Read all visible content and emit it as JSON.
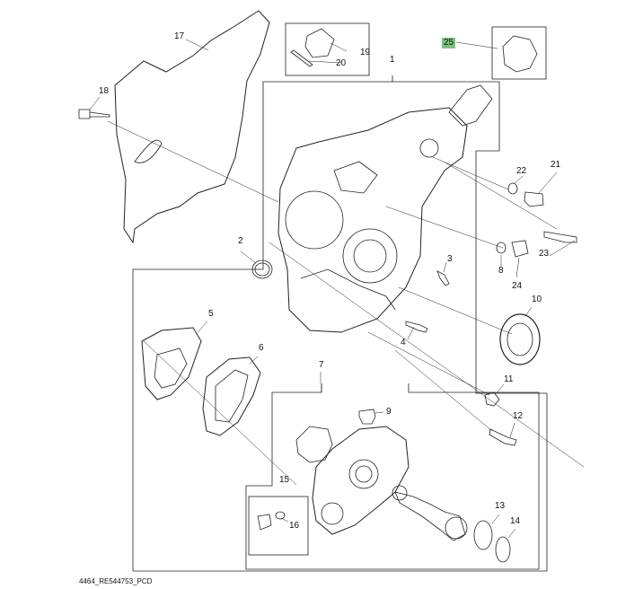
{
  "diagram": {
    "callouts": [
      {
        "id": "1",
        "label": "1"
      },
      {
        "id": "2",
        "label": "2"
      },
      {
        "id": "3",
        "label": "3"
      },
      {
        "id": "4",
        "label": "4"
      },
      {
        "id": "5",
        "label": "5"
      },
      {
        "id": "6",
        "label": "6"
      },
      {
        "id": "7",
        "label": "7"
      },
      {
        "id": "8",
        "label": "8"
      },
      {
        "id": "9",
        "label": "9"
      },
      {
        "id": "10",
        "label": "10"
      },
      {
        "id": "11",
        "label": "11"
      },
      {
        "id": "12",
        "label": "12"
      },
      {
        "id": "13",
        "label": "13"
      },
      {
        "id": "14",
        "label": "14"
      },
      {
        "id": "15",
        "label": "15"
      },
      {
        "id": "16",
        "label": "16"
      },
      {
        "id": "17",
        "label": "17"
      },
      {
        "id": "18",
        "label": "18"
      },
      {
        "id": "19",
        "label": "19"
      },
      {
        "id": "20",
        "label": "20"
      },
      {
        "id": "21",
        "label": "21"
      },
      {
        "id": "22",
        "label": "22"
      },
      {
        "id": "23",
        "label": "23"
      },
      {
        "id": "24",
        "label": "24"
      },
      {
        "id": "25",
        "label": "25",
        "highlighted": true,
        "highlight_color": "#7bc47f"
      }
    ],
    "footer_code": "4464_RE544753_PCD"
  }
}
